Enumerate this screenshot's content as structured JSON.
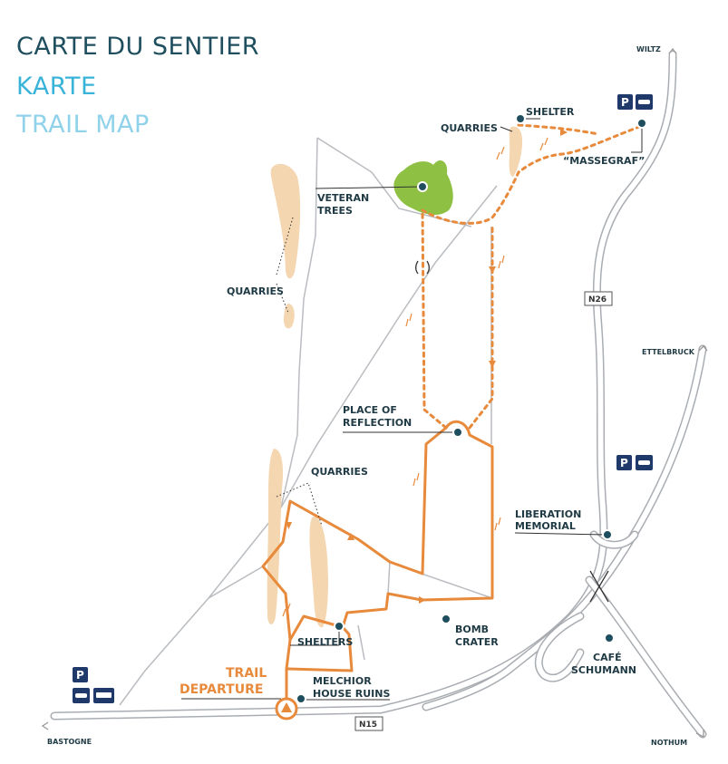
{
  "titles": {
    "fr": "CARTE DU SENTIER",
    "de": "KARTE",
    "en": "TRAIL MAP"
  },
  "colors": {
    "trail": "#e88a3c",
    "title_dark": "#1f4f5e",
    "title_mid": "#3ab3d8",
    "title_light": "#8fd2ea",
    "quarry": "#f4d6b0",
    "veteran_trees": "#8dc043",
    "road": "#a9adb2",
    "badge": "#1f3a6a"
  },
  "labels": {
    "quarries_top": "QUARRIES",
    "shelter": "SHELTER",
    "massegraf": "“MASSEGRAF”",
    "veteran_line1": "VETERAN",
    "veteran_line2": "TREES",
    "quarries_left": "QUARRIES",
    "reflection_line1": "PLACE OF",
    "reflection_line2": "REFLECTION",
    "quarries_mid": "QUARRIES",
    "liberation_line1": "LIBERATION",
    "liberation_line2": "MEMORIAL",
    "bomb_line1": "BOMB",
    "bomb_line2": "CRATER",
    "shelters": "SHELTERS",
    "melchior_line1": "MELCHIOR",
    "melchior_line2": "HOUSE RUINS",
    "departure_line1": "TRAIL",
    "departure_line2": "DEPARTURE",
    "cafe_line1": "CAFÉ",
    "cafe_line2": "SCHUMANN"
  },
  "places": {
    "wiltz": "WILTZ",
    "ettelbruck": "ETTELBRUCK",
    "bastogne": "BASTOGNE",
    "nothum": "NOTHUM"
  },
  "roads": {
    "n26": "N26",
    "n15": "N15"
  },
  "badges": {
    "parking": "P"
  },
  "icons": [
    "parking-icon",
    "car-icon",
    "bus-icon",
    "point-of-interest-icon",
    "trail-start-icon",
    "direction-arrow-icon",
    "footprint-icon",
    "bridge-icon"
  ]
}
